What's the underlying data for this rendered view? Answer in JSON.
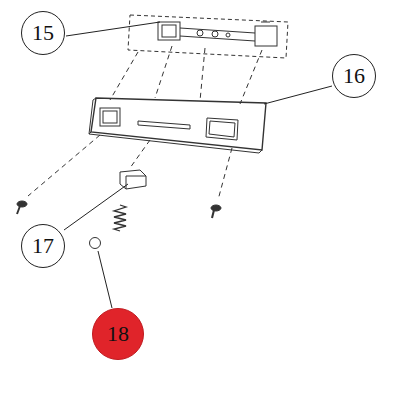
{
  "diagram": {
    "nodes": [
      {
        "text": [
          "15"
        ]
      },
      {
        "text": [
          "16"
        ]
      },
      {
        "text": [
          "17"
        ]
      },
      {
        "text": [
          "18"
        ]
      }
    ]
  }
}
